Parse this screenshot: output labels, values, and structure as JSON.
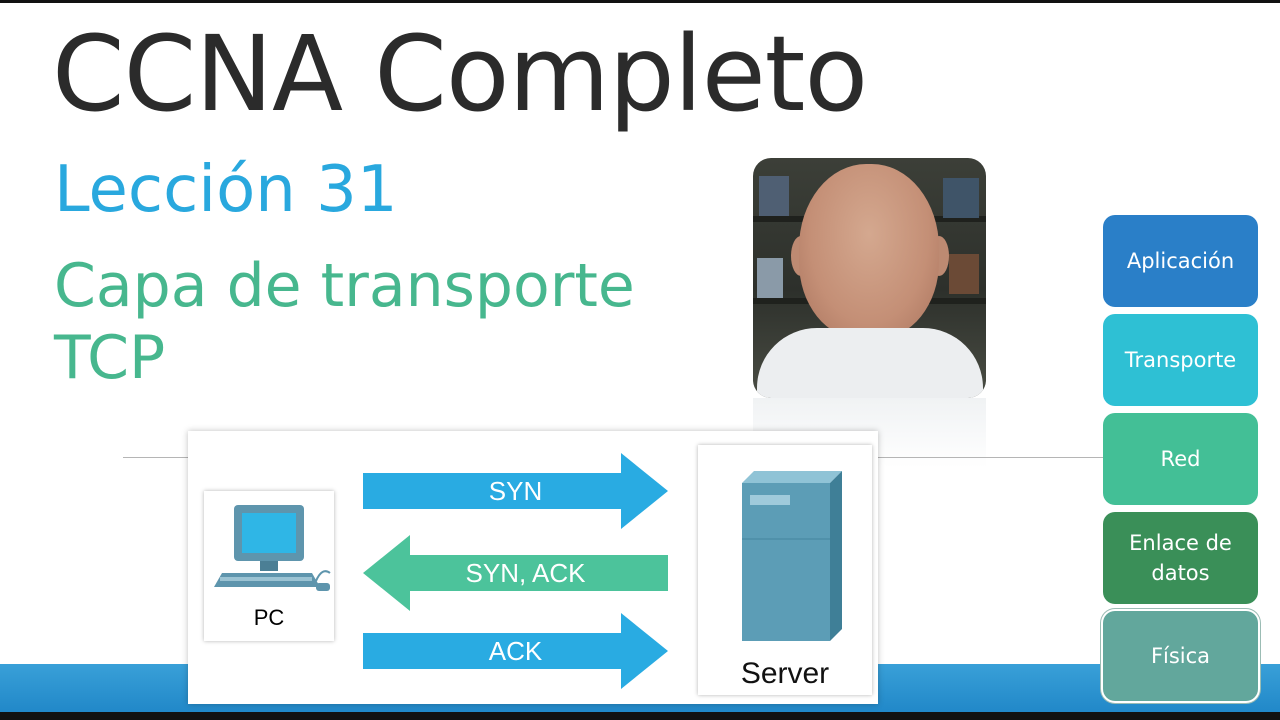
{
  "slide": {
    "title": "CCNA Completo",
    "lesson": "Lección 31",
    "subtitle_line1": "Capa de transporte",
    "subtitle_line2": "TCP"
  },
  "diagram": {
    "client_label": "PC",
    "server_label": "Server",
    "arrows": [
      {
        "label": "SYN",
        "direction": "right",
        "color": "#29abe2"
      },
      {
        "label": "SYN, ACK",
        "direction": "left",
        "color": "#4cc39b"
      },
      {
        "label": "ACK",
        "direction": "right",
        "color": "#29abe2"
      }
    ]
  },
  "osi_stack": [
    {
      "label": "Aplicación",
      "color": "#2a7fc8"
    },
    {
      "label": "Transporte",
      "color": "#2ec0d4"
    },
    {
      "label": "Red",
      "color": "#43bf96"
    },
    {
      "label": "Enlace de datos",
      "color": "#3a8f58"
    },
    {
      "label": "Física",
      "color": "#62a79c"
    }
  ],
  "colors": {
    "title": "#2b2b2b",
    "lesson": "#29a8de",
    "subtitle": "#47b78e",
    "accent_band": "#1d84c6"
  }
}
